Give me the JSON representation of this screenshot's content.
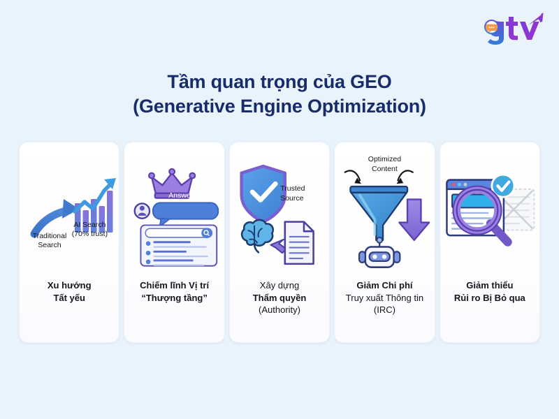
{
  "brand": {
    "logo_name": "gtv-logo",
    "logo_text": "gtv",
    "colors": {
      "g": "#2f6fd0",
      "t": "#7a3fd6",
      "v": "#8b2fd6",
      "bubble": "#f2994a",
      "arrow": "#8b2fd6"
    }
  },
  "title": {
    "line1": "Tầm quan trọng của GEO",
    "line2": "(Generative Engine Optimization)",
    "color": "#182b6b"
  },
  "background_color": "#e9f3fb",
  "cards": [
    {
      "id": "card-xu-huong-tat-yeu",
      "art_name": "traditional-to-ai-search-chart-art",
      "annotations": {
        "left_label_line1": "Traditional",
        "left_label_line2": "Search",
        "right_label_line1": "AI Search",
        "right_label_line2": "(70% trust)"
      },
      "label_lines": [
        {
          "text": "Xu hướng",
          "bold": true
        },
        {
          "text": "Tất yếu",
          "bold": true
        }
      ]
    },
    {
      "id": "card-chiem-linh-vi-tri",
      "art_name": "crown-answer-query-serp-art",
      "annotations": {
        "bubble": "Answer query"
      },
      "label_lines": [
        {
          "text": "Chiếm lĩnh Vị trí",
          "bold": true
        },
        {
          "text": "“Thượng tầng”",
          "bold": true
        }
      ]
    },
    {
      "id": "card-xay-dung-tham-quyen",
      "art_name": "trusted-source-shield-brain-document-art",
      "annotations": {
        "shield_line1": "Trusted",
        "shield_line2": "Source"
      },
      "label_lines": [
        {
          "text": "Xây dựng",
          "bold": false
        },
        {
          "text": "Thẩm quyền",
          "bold": true
        },
        {
          "text": "(Authority)",
          "bold": false
        }
      ]
    },
    {
      "id": "card-giam-chi-phi",
      "art_name": "optimized-content-funnel-robot-art",
      "annotations": {
        "funnel_line1": "Optimized",
        "funnel_line2": "Content"
      },
      "label_lines": [
        {
          "text": "Giảm Chi phí",
          "bold": true
        },
        {
          "text": "Truy xuất Thông tin",
          "bold": false
        },
        {
          "text": "(IRC)",
          "bold": false
        }
      ]
    },
    {
      "id": "card-giam-thieu-rui-ro",
      "art_name": "browser-magnifier-verified-art",
      "annotations": {},
      "label_lines": [
        {
          "text": "Giảm thiểu",
          "bold": true
        },
        {
          "text": "Rủi ro Bị Bỏ qua",
          "bold": true
        }
      ]
    }
  ],
  "palette": {
    "blue": "#3d8bd4",
    "light_blue": "#6fb2e8",
    "purple": "#8a7ae0",
    "deep_purple": "#6b4fc4",
    "ink": "#14161c",
    "card_border_top": "#6fa8dc",
    "card_border_bottom": "#9b8fdc"
  }
}
